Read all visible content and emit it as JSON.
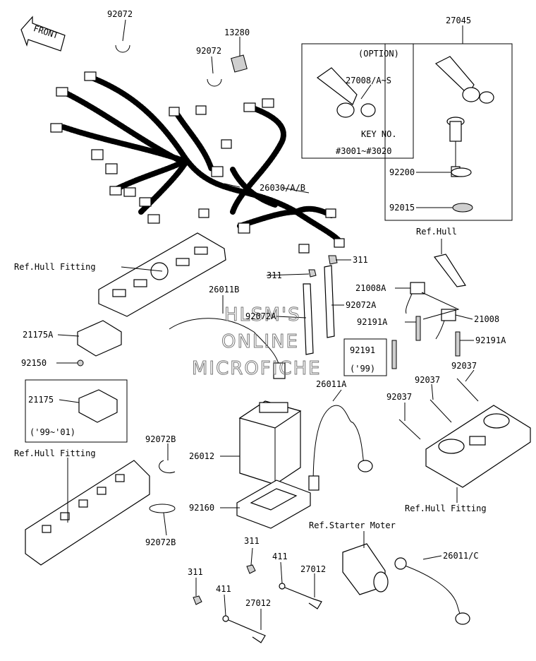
{
  "front_label": "FRONT",
  "watermark": [
    "HLSM'S",
    "ONLINE",
    "MICROFICHE"
  ],
  "option_box": {
    "title": "(OPTION)",
    "part": "27008/A~S",
    "key_line1": "KEY NO.",
    "key_line2": "#3001~#3020"
  },
  "variant_box": {
    "part": "21175",
    "years": "('99~'01)"
  },
  "labels": {
    "p92072_top": "92072",
    "p13280": "13280",
    "p92072_mid": "92072",
    "p27045": "27045",
    "p26030": "26030/A/B",
    "p92200": "92200",
    "p92015": "92015",
    "ref_hull": "Ref.Hull",
    "ref_hull_fitting_1": "Ref.Hull Fitting",
    "p311_a": "311",
    "p311_b": "311",
    "p26011b": "26011B",
    "p92072a_1": "92072A",
    "p92072a_2": "92072A",
    "p21008a": "21008A",
    "p21008": "21008",
    "p92191a_1": "92191A",
    "p92191a_2": "92191A",
    "p21175a": "21175A",
    "p92191": "92191",
    "p92191_yr": "('99)",
    "p92150": "92150",
    "p92037_1": "92037",
    "p92037_2": "92037",
    "p92037_3": "92037",
    "p26011a": "26011A",
    "ref_hull_fitting_2": "Ref.Hull Fitting",
    "p92072b_1": "92072B",
    "p26012": "26012",
    "ref_hull_fitting_3": "Ref.Hull Fitting",
    "p92160": "92160",
    "ref_starter": "Ref.Starter Moter",
    "p92072b_2": "92072B",
    "p311_c": "311",
    "p411_a": "411",
    "p27012_a": "27012",
    "p26011c": "26011/C",
    "p311_d": "311",
    "p411_b": "411",
    "p27012_b": "27012"
  }
}
